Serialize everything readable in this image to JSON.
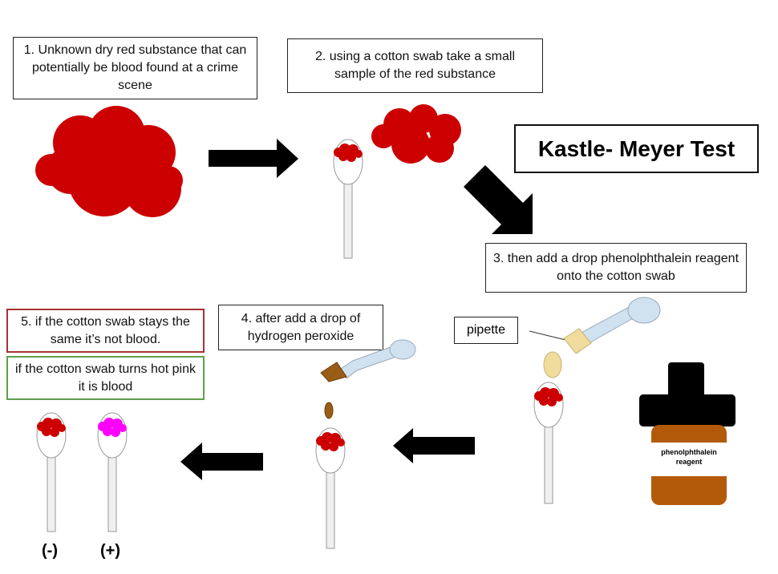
{
  "title": "Kastle- Meyer Test",
  "steps": {
    "step1": "1. Unknown dry red substance that can potentially be blood found at a crime scene",
    "step2": "2. using a cotton swab take a small sample of the red substance",
    "step3": "3. then add a drop phenolphthalein reagent onto the cotton swab",
    "step4": "4. after add a drop of hydrogen peroxide",
    "step5a": "5. if the cotton swab stays the same it’s not blood.",
    "step5b": "if the cotton swab turns hot pink it is blood"
  },
  "labels": {
    "pipette": "pipette",
    "bottle_line1": "phenolphthalein",
    "bottle_line2": "reagent",
    "negative": "(-)",
    "positive": "(+)"
  },
  "colors": {
    "blood": "#cc0000",
    "pink": "#ff00ff",
    "swab_tip": "#ffffff",
    "pipette_bulb": "#d0e2f0",
    "reagent_drop": "#f0dc9c",
    "peroxide_drop": "#9a5d17",
    "bottle_cap": "#000000",
    "bottle_body": "#b35a0a",
    "negative_border": "#a83232",
    "positive_border": "#5ea04a"
  }
}
